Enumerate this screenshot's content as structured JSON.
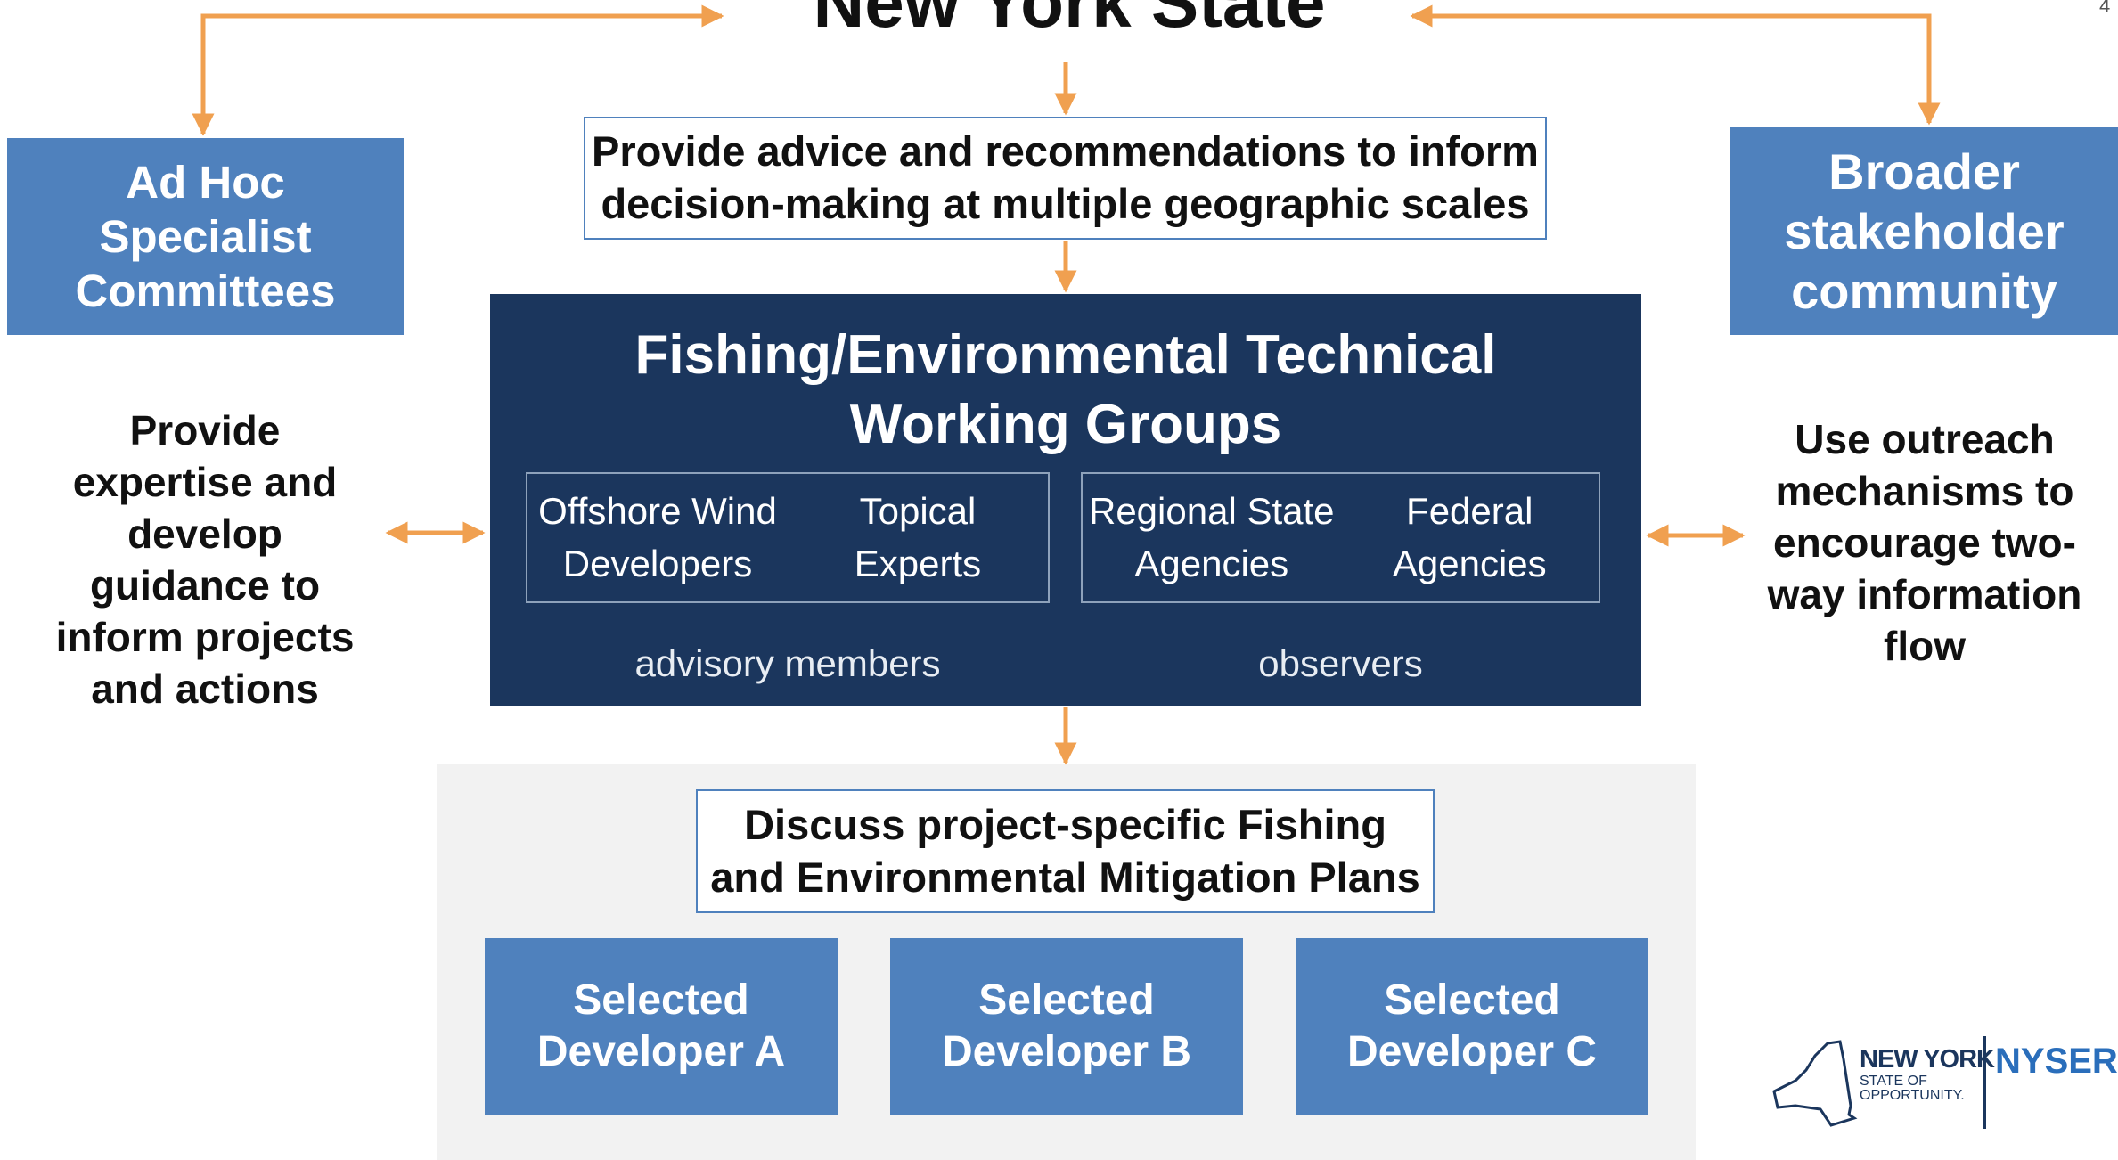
{
  "title": "New York State",
  "page_number": "4",
  "top_box": {
    "line1": "Provide advice and recommendations to inform",
    "line2": "decision-making at multiple geographic scales"
  },
  "adhoc": {
    "line1": "Ad Hoc",
    "line2": "Specialist",
    "line3": "Committees"
  },
  "broader": {
    "line1": "Broader",
    "line2": "stakeholder",
    "line3": "community"
  },
  "twg": {
    "title_line1": "Fishing/Environmental Technical",
    "title_line2": "Working Groups",
    "members": [
      {
        "line1": "Offshore Wind",
        "line2": "Developers"
      },
      {
        "line1": "Topical",
        "line2": "Experts"
      },
      {
        "line1": "Regional State",
        "line2": "Agencies"
      },
      {
        "line1": "Federal",
        "line2": "Agencies"
      }
    ],
    "caption_left": "advisory members",
    "caption_right": "observers"
  },
  "left_text": [
    "Provide",
    "expertise and",
    "develop",
    "guidance to",
    "inform projects",
    "and actions"
  ],
  "right_text": [
    "Use outreach",
    "mechanisms to",
    "encourage two-",
    "way information",
    "flow"
  ],
  "discuss": {
    "line1": "Discuss project-specific Fishing",
    "line2": "and Environmental Mitigation Plans"
  },
  "developers": [
    {
      "line1": "Selected",
      "line2": "Developer A"
    },
    {
      "line1": "Selected",
      "line2": "Developer B"
    },
    {
      "line1": "Selected",
      "line2": "Developer C"
    }
  ],
  "logo": {
    "ny": "NEW YORK",
    "state1": "STATE OF",
    "state2": "OPPORTUNITY.",
    "org": "NYSERDA"
  },
  "colors": {
    "arrow": "#f0a050",
    "box_blue": "#4f81bd",
    "navy": "#1b365d",
    "gray_bg": "#f2f2f2"
  }
}
